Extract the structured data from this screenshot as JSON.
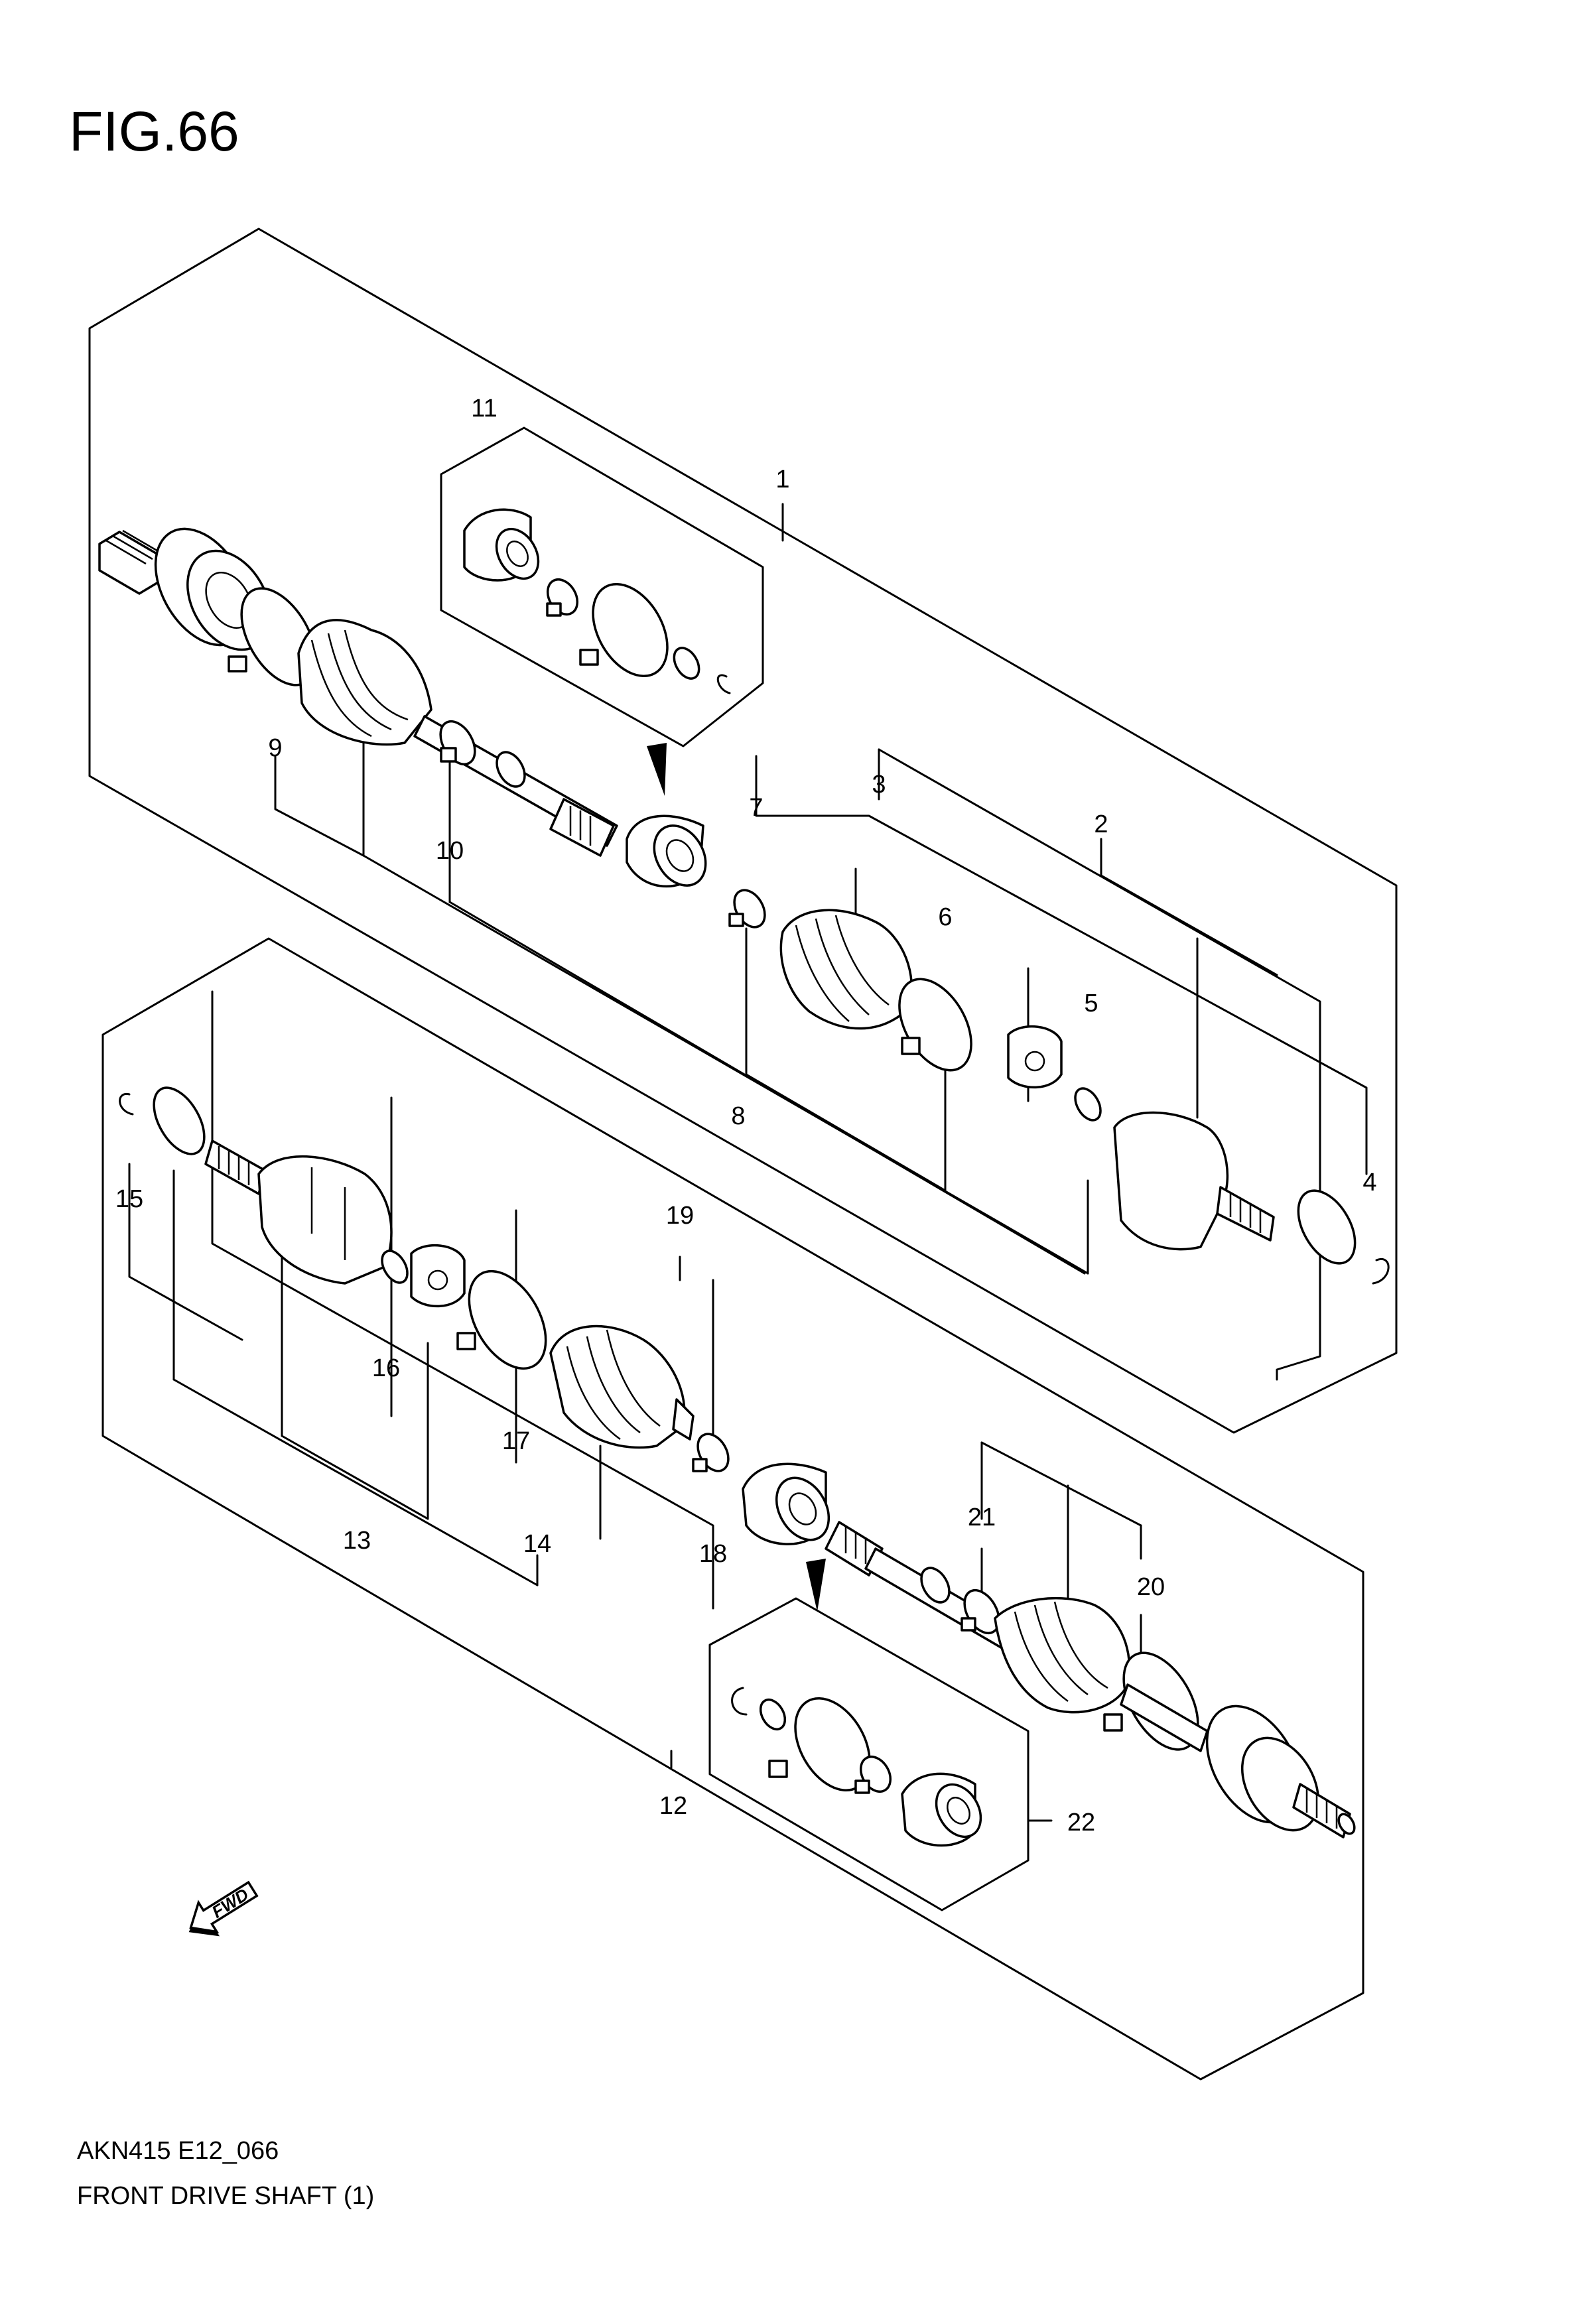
{
  "figure": {
    "title": "FIG.66",
    "code": "AKN415 E12_066",
    "caption": "FRONT DRIVE SHAFT (1)"
  },
  "badges": {
    "forward": "FWD"
  },
  "callouts": [
    "1",
    "2",
    "3",
    "4",
    "5",
    "6",
    "7",
    "8",
    "9",
    "10",
    "11",
    "12",
    "13",
    "14",
    "15",
    "16",
    "17",
    "18",
    "19",
    "20",
    "21",
    "22"
  ],
  "icons": [
    "fwd-arrow-icon"
  ]
}
